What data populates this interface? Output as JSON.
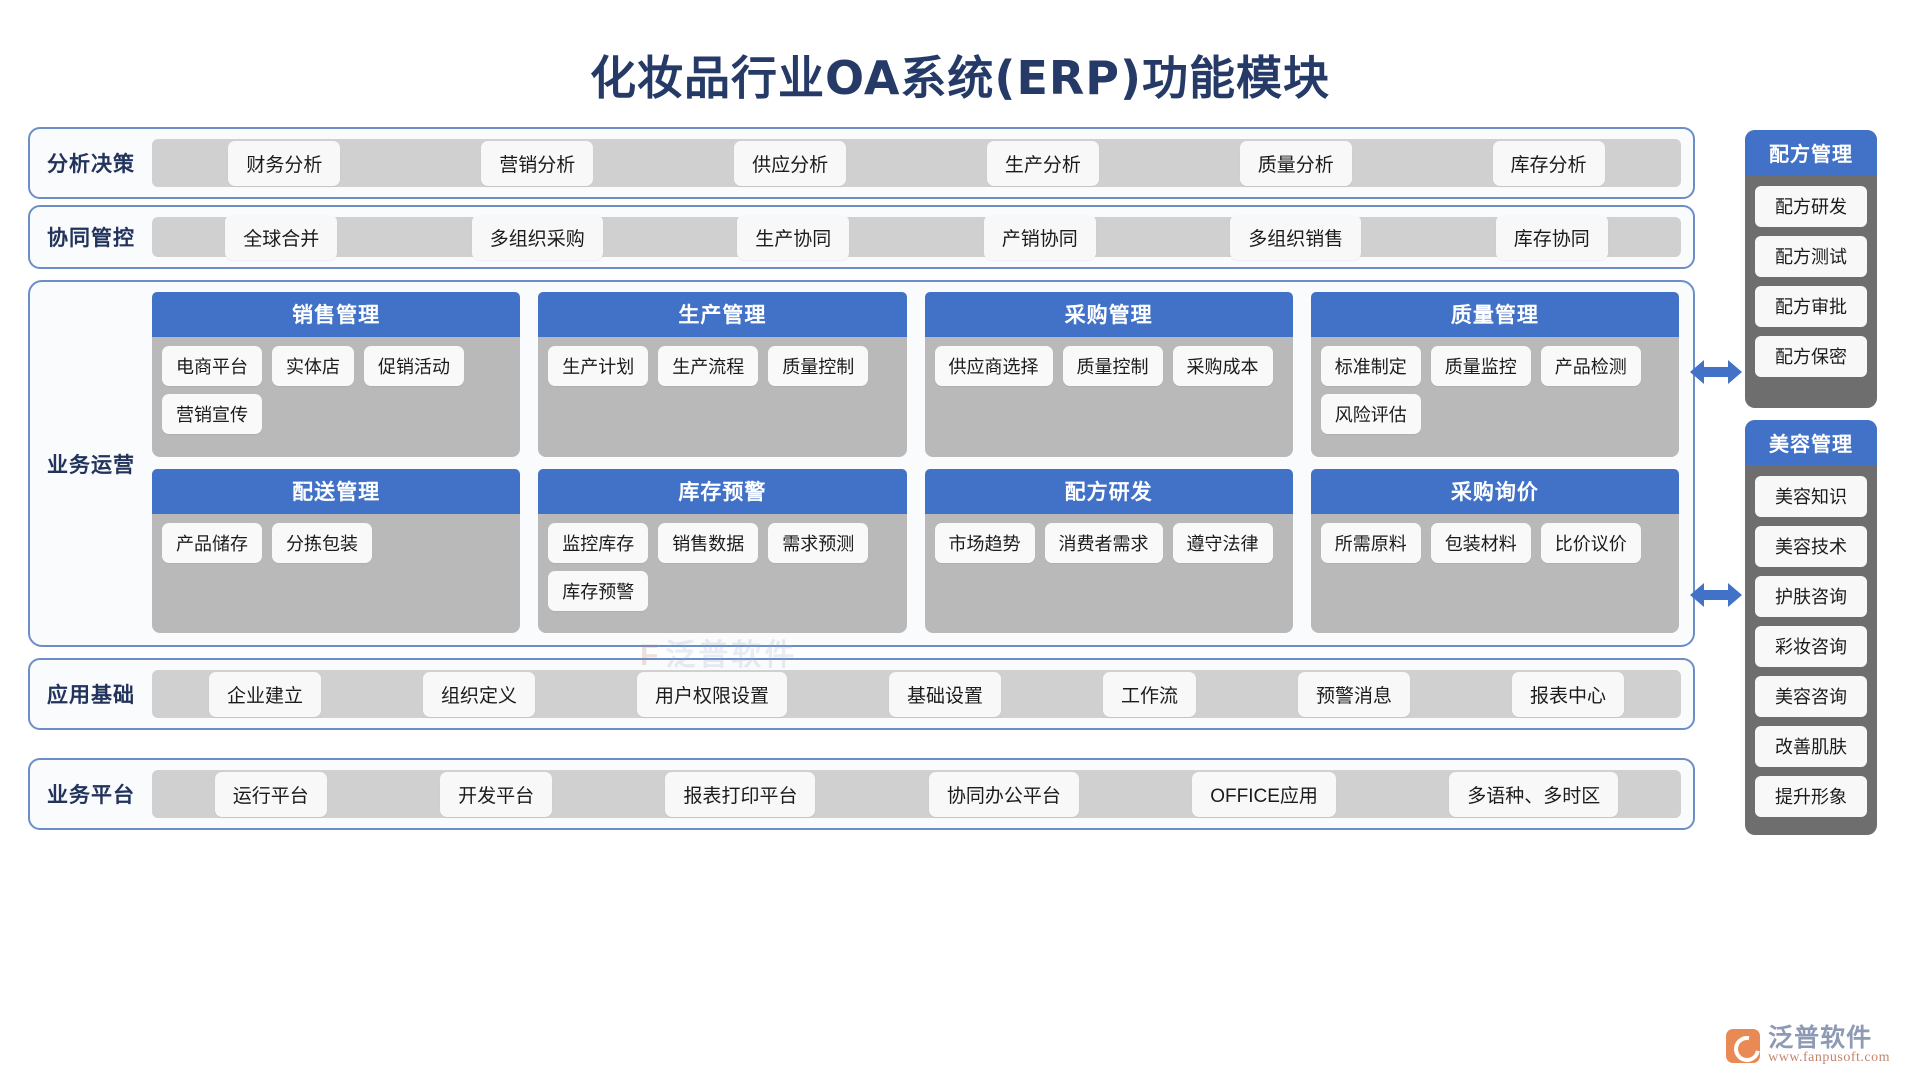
{
  "title": "化妆品行业OA系统(ERP)功能模块",
  "watermark": {
    "mark": "F",
    "text": "泛普软件"
  },
  "bands": [
    {
      "label": "分析决策",
      "items": [
        "财务分析",
        "营销分析",
        "供应分析",
        "生产分析",
        "质量分析",
        "库存分析"
      ]
    },
    {
      "label": "协同管控",
      "items": [
        "全球合并",
        "多组织采购",
        "生产协同",
        "产销协同",
        "多组织销售",
        "库存协同"
      ]
    },
    {
      "label": "应用基础",
      "items": [
        "企业建立",
        "组织定义",
        "用户权限设置",
        "基础设置",
        "工作流",
        "预警消息",
        "报表中心"
      ]
    },
    {
      "label": "业务平台",
      "items": [
        "运行平台",
        "开发平台",
        "报表打印平台",
        "协同办公平台",
        "OFFICE应用",
        "多语种、多时区"
      ]
    }
  ],
  "operations": {
    "label": "业务运营",
    "cards": [
      {
        "title": "销售管理",
        "items": [
          "电商平台",
          "实体店",
          "促销活动",
          "营销宣传"
        ]
      },
      {
        "title": "生产管理",
        "items": [
          "生产计划",
          "生产流程",
          "质量控制"
        ]
      },
      {
        "title": "采购管理",
        "items": [
          "供应商选择",
          "质量控制",
          "采购成本"
        ]
      },
      {
        "title": "质量管理",
        "items": [
          "标准制定",
          "质量监控",
          "产品检测",
          "风险评估"
        ]
      },
      {
        "title": "配送管理",
        "items": [
          "产品储存",
          "分拣包装"
        ]
      },
      {
        "title": "库存预警",
        "items": [
          "监控库存",
          "销售数据",
          "需求预测",
          "库存预警"
        ]
      },
      {
        "title": "配方研发",
        "items": [
          "市场趋势",
          "消费者需求",
          "遵守法律"
        ]
      },
      {
        "title": "采购询价",
        "items": [
          "所需原料",
          "包装材料",
          "比价议价"
        ]
      }
    ]
  },
  "sidebars": [
    {
      "title": "配方管理",
      "items": [
        "配方研发",
        "配方测试",
        "配方审批",
        "配方保密"
      ]
    },
    {
      "title": "美容管理",
      "items": [
        "美容知识",
        "美容技术",
        "护肤咨询",
        "彩妆咨询",
        "美容咨询",
        "改善肌肤",
        "提升形象"
      ]
    }
  ],
  "brand": {
    "name": "泛普软件",
    "url": "www.fanpusoft.com"
  },
  "colors": {
    "title_navy": "#253a66",
    "accent_blue": "#4272c8",
    "frame_blue": "#6b8ec9",
    "track_gray": "#d0d0d0",
    "card_gray": "#b9b9b9",
    "sidebar_gray": "#6e6e6e",
    "pill_white": "#f8f8f8"
  }
}
